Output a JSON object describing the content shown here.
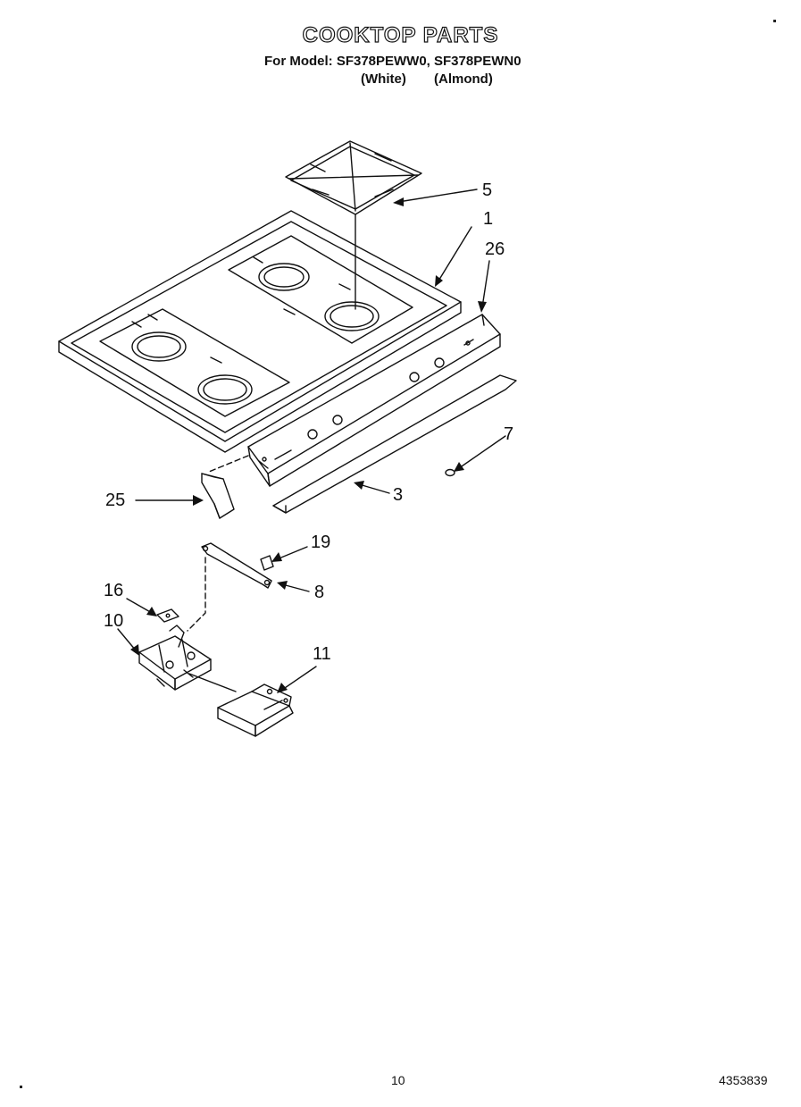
{
  "header": {
    "title": "COOKTOP PARTS",
    "model_line": "For Model: SF378PEWW0, SF378PEWN0",
    "variants": [
      "(White)",
      "(Almond)"
    ]
  },
  "callouts": {
    "p5": "5",
    "p1": "1",
    "p26": "26",
    "p7": "7",
    "p25": "25",
    "p3": "3",
    "p19": "19",
    "p8": "8",
    "p16": "16",
    "p10": "10",
    "p11": "11"
  },
  "footer": {
    "page": "10",
    "doc_number": "4353839"
  }
}
